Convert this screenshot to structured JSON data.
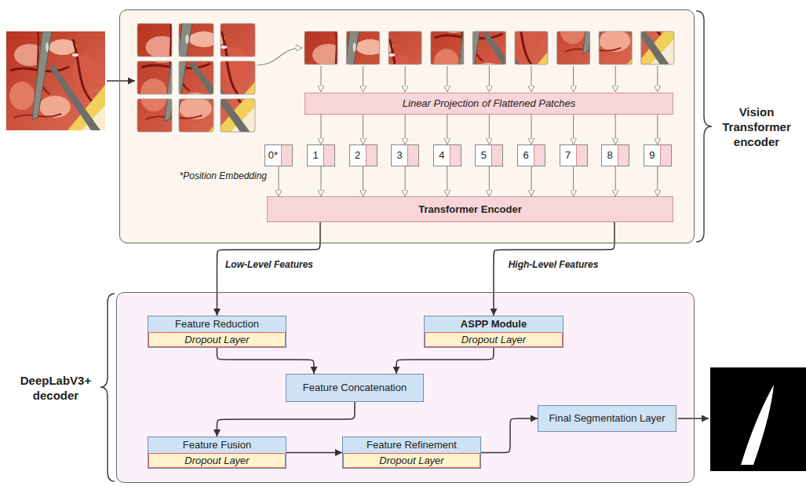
{
  "diagram": {
    "nodes": [
      {
        "text": [
          "Vision Transformer encoder"
        ]
      },
      {
        "text": [
          "Linear Projection of Flattened Patches"
        ],
        "in": 0
      },
      {
        "text": [
          "0*"
        ],
        "in": 0
      },
      {
        "text": [
          "1"
        ],
        "in": 0
      },
      {
        "text": [
          "2"
        ],
        "in": 0
      },
      {
        "text": [
          "3"
        ],
        "in": 0
      },
      {
        "text": [
          "4"
        ],
        "in": 0
      },
      {
        "text": [
          "5"
        ],
        "in": 0
      },
      {
        "text": [
          "6"
        ],
        "in": 0
      },
      {
        "text": [
          "7"
        ],
        "in": 0
      },
      {
        "text": [
          "8"
        ],
        "in": 0
      },
      {
        "text": [
          "9"
        ],
        "in": 0
      },
      {
        "text": [
          "Transformer Encoder"
        ],
        "in": 0
      },
      {
        "text": [
          "DeepLabV3+ decoder"
        ]
      },
      {
        "text": [
          "Feature Reduction",
          "Dropout Layer"
        ],
        "in": 13
      },
      {
        "text": [
          "ASPP Module",
          "Dropout Layer"
        ],
        "in": 13
      },
      {
        "text": [
          "Feature Concatenation"
        ],
        "in": 13
      },
      {
        "text": [
          "Feature Fusion",
          "Dropout Layer"
        ],
        "in": 13
      },
      {
        "text": [
          "Feature Refinement",
          "Dropout Layer"
        ],
        "in": 13
      },
      {
        "text": [
          "Final Segmentation Layer"
        ],
        "in": 13
      }
    ],
    "edges": [
      {
        "from": 1,
        "to": 3,
        "arrow": "to"
      },
      {
        "from": 1,
        "to": 4,
        "arrow": "to"
      },
      {
        "from": 1,
        "to": 5,
        "arrow": "to"
      },
      {
        "from": 1,
        "to": 6,
        "arrow": "to"
      },
      {
        "from": 1,
        "to": 7,
        "arrow": "to"
      },
      {
        "from": 1,
        "to": 8,
        "arrow": "to"
      },
      {
        "from": 1,
        "to": 9,
        "arrow": "to"
      },
      {
        "from": 1,
        "to": 10,
        "arrow": "to"
      },
      {
        "from": 1,
        "to": 11,
        "arrow": "to"
      },
      {
        "from": 2,
        "to": 12,
        "arrow": "to"
      },
      {
        "from": 3,
        "to": 12,
        "arrow": "to"
      },
      {
        "from": 4,
        "to": 12,
        "arrow": "to"
      },
      {
        "from": 5,
        "to": 12,
        "arrow": "to"
      },
      {
        "from": 6,
        "to": 12,
        "arrow": "to"
      },
      {
        "from": 7,
        "to": 12,
        "arrow": "to"
      },
      {
        "from": 8,
        "to": 12,
        "arrow": "to"
      },
      {
        "from": 9,
        "to": 12,
        "arrow": "to"
      },
      {
        "from": 10,
        "to": 12,
        "arrow": "to"
      },
      {
        "from": 11,
        "to": 12,
        "arrow": "to"
      },
      {
        "from": 12,
        "to": 14,
        "label": "Low-Level Features",
        "arrow": "to"
      },
      {
        "from": 12,
        "to": 15,
        "label": "High-Level Features",
        "arrow": "to"
      },
      {
        "from": 14,
        "to": 16,
        "arrow": "to"
      },
      {
        "from": 15,
        "to": 16,
        "arrow": "to"
      },
      {
        "from": 16,
        "to": 17,
        "arrow": "to"
      },
      {
        "from": 17,
        "to": 18,
        "arrow": "to"
      },
      {
        "from": 18,
        "to": 19,
        "arrow": "to"
      }
    ],
    "labels": [
      "*Position Embedding"
    ]
  }
}
